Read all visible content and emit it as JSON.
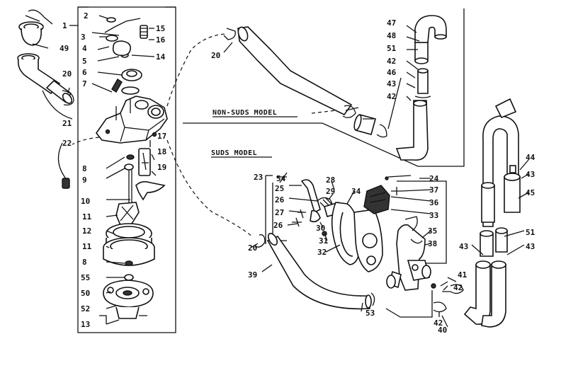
{
  "captions": {
    "non_suds": "NON-SUDS MODEL",
    "suds": "SUDS MODEL"
  },
  "labels": {
    "p1": "1",
    "p2": "2",
    "p3": "3",
    "p4": "4",
    "p5": "5",
    "p6": "6",
    "p7": "7",
    "p8": "8",
    "p9": "9",
    "p10": "10",
    "p11a": "11",
    "p11b": "11",
    "p12": "12",
    "p13": "13",
    "p14": "14",
    "p15": "15",
    "p16": "16",
    "p17": "17",
    "p18": "18",
    "p19": "19",
    "p20a": "20",
    "p20b": "20",
    "p20c": "20",
    "p21": "21",
    "p22": "22",
    "p23": "23",
    "p24": "24",
    "p25": "25",
    "p26a": "26",
    "p26b": "26",
    "p27": "27",
    "p28": "28",
    "p29": "29",
    "p30": "30",
    "p31": "31",
    "p32": "32",
    "p33": "33",
    "p34": "34",
    "p35": "35",
    "p36": "36",
    "p37": "37",
    "p38": "38",
    "p39": "39",
    "p40": "40",
    "p41": "41",
    "p42a": "42",
    "p42b": "42",
    "p42c": "42",
    "p42d": "42",
    "p43a": "43",
    "p43b": "43",
    "p43c": "43",
    "p43d": "43",
    "p44": "44",
    "p45": "45",
    "p46": "46",
    "p47": "47",
    "p48": "48",
    "p49": "49",
    "p50": "50",
    "p51a": "51",
    "p51b": "51",
    "p52": "52",
    "p53": "53",
    "p54": "54",
    "p55": "55",
    "p8b": "8"
  }
}
